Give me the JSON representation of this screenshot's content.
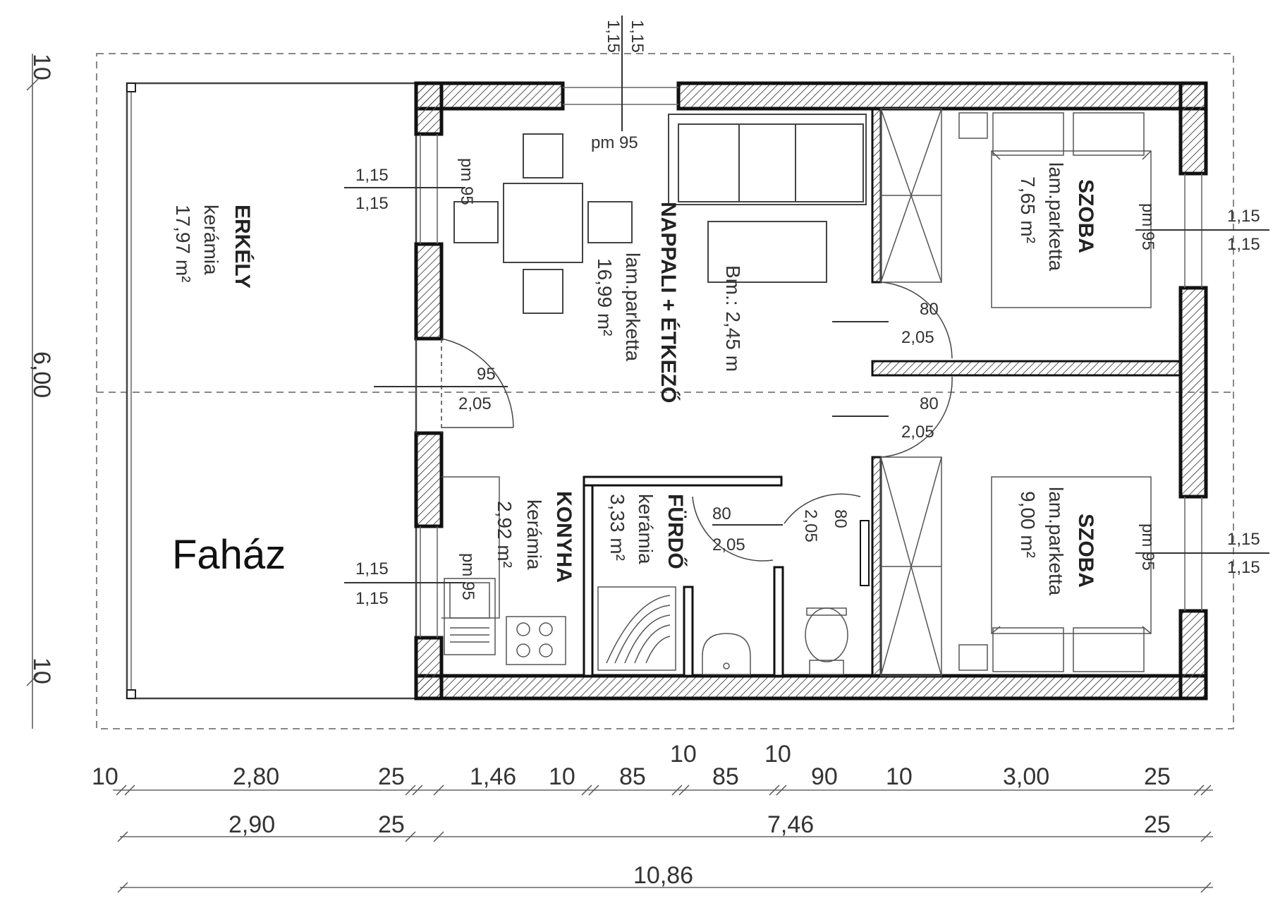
{
  "caption": "Faház",
  "rooms": {
    "erkely": {
      "name": "ERKÉLY",
      "floor": "kerámia",
      "area": "17,97 m²"
    },
    "nappali": {
      "name": "NAPPALI + ÉTKEZŐ",
      "floor": "lam.parketta",
      "area": "16,99 m²"
    },
    "szoba1": {
      "name": "SZOBA",
      "floor": "lam.parketta",
      "area": "7,65 m²"
    },
    "szoba2": {
      "name": "SZOBA",
      "floor": "lam.parketta",
      "area": "9,00 m²"
    },
    "konyha": {
      "name": "KONYHA",
      "floor": "kerámia",
      "area": "2,92 m²"
    },
    "furdo": {
      "name": "FÜRDŐ",
      "floor": "kerámia",
      "area": "3,33 m²"
    }
  },
  "ceiling_height": "Bm.: 2,45 m",
  "window_labels": {
    "top_w": "1,15",
    "top_h": "1,15",
    "top_pm": "pm 95",
    "left1_w": "1,15",
    "left1_h": "1,15",
    "left1_pm": "pm 95",
    "left2_w": "1,15",
    "left2_h": "1,15",
    "left2_pm": "pm 95",
    "right1_w": "1,15",
    "right1_h": "1,15",
    "right1_pm": "pm 95",
    "right2_w": "1,15",
    "right2_h": "1,15",
    "right2_pm": "pm 95"
  },
  "door_labels": {
    "entry_w": "95",
    "entry_h": "2,05",
    "room1_w": "80",
    "room1_h": "2,05",
    "room2_w": "80",
    "room2_h": "2,05",
    "bath_w": "80",
    "bath_h": "2,05",
    "wc_w": "80",
    "wc_h": "2,05"
  },
  "vertical_dims": {
    "top": "10",
    "middle": "6,00",
    "bottom": "10"
  },
  "dim_row1": [
    "10",
    "2,80",
    "25",
    "1,46",
    "10",
    "85",
    "10",
    "85",
    "10",
    "90",
    "10",
    "3,00",
    "25"
  ],
  "dim_row2": [
    "2,90",
    "25",
    "7,46",
    "25"
  ],
  "dim_row3": [
    "10,86"
  ]
}
